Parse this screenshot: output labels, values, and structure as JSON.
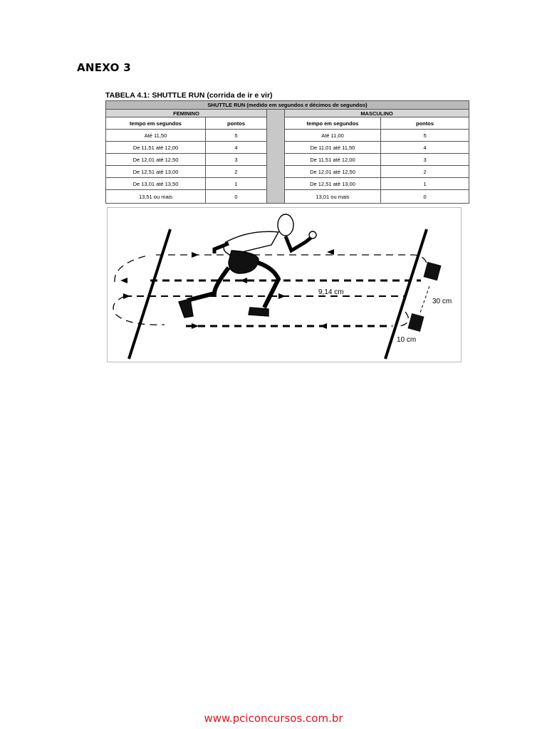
{
  "heading": "ANEXO 3",
  "table_title": "TABELA 4.1: SHUTTLE RUN (corrida de ir e vir)",
  "table": {
    "header": "SHUTTLE RUN (medido em segundos e décimos de segundos)",
    "female_label": "FEMININO",
    "male_label": "MASCULINO",
    "col_time": "tempo em segundos",
    "col_points": "pontos",
    "female_rows": [
      {
        "time": "Até 11,50",
        "points": "5"
      },
      {
        "time": "De 11,51 até 12,00",
        "points": "4"
      },
      {
        "time": "De 12,01 até 12,50",
        "points": "3"
      },
      {
        "time": "De 12,51 até 13,00",
        "points": "2"
      },
      {
        "time": "De 13,01 até 13,50",
        "points": "1"
      },
      {
        "time": "13,51 ou mais",
        "points": "0"
      }
    ],
    "male_rows": [
      {
        "time": "Até 11,00",
        "points": "5"
      },
      {
        "time": "De 11,01 até 11,50",
        "points": "4"
      },
      {
        "time": "De 11,51 até 12,00",
        "points": "3"
      },
      {
        "time": "De 12,01 até 12,50",
        "points": "2"
      },
      {
        "time": "De 12,51 até 13,00",
        "points": "1"
      },
      {
        "time": "13,01 ou mais",
        "points": "0"
      }
    ]
  },
  "figure": {
    "distance_label": "9,14 cm",
    "width_label": "30 cm",
    "block_label": "10 cm"
  },
  "footer": "www.pciconcursos.com.br"
}
